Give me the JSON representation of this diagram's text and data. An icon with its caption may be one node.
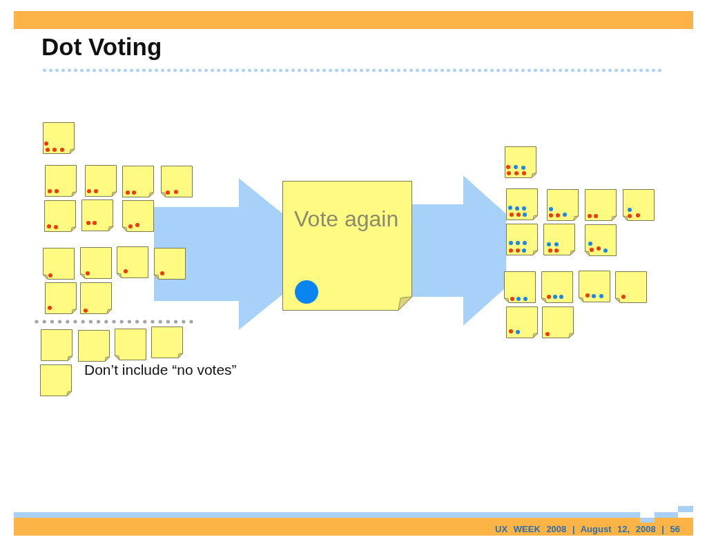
{
  "diagram": {
    "title": "Dot Voting",
    "nodes": [
      {
        "text": [],
        "shape": "note"
      },
      {
        "text": [],
        "shape": "note"
      },
      {
        "text": [],
        "shape": "note"
      },
      {
        "text": [],
        "shape": "note"
      },
      {
        "text": [],
        "shape": "note"
      },
      {
        "text": [],
        "shape": "note"
      },
      {
        "text": [],
        "shape": "note"
      },
      {
        "text": [],
        "shape": "note"
      },
      {
        "text": [],
        "shape": "note"
      },
      {
        "text": [],
        "shape": "note"
      },
      {
        "text": [],
        "shape": "note"
      },
      {
        "text": [],
        "shape": "note"
      },
      {
        "text": [],
        "shape": "note"
      },
      {
        "text": [],
        "shape": "note"
      },
      {
        "text": [],
        "shape": "note"
      },
      {
        "text": [],
        "shape": "note"
      },
      {
        "text": [],
        "shape": "note"
      },
      {
        "text": [],
        "shape": "note"
      },
      {
        "text": [],
        "shape": "note"
      },
      {
        "text": [
          "Vote again"
        ]
      },
      {
        "text": [],
        "shape": "note"
      },
      {
        "text": [],
        "shape": "note"
      },
      {
        "text": [],
        "shape": "note"
      },
      {
        "text": [],
        "shape": "note"
      },
      {
        "text": [],
        "shape": "note"
      },
      {
        "text": [],
        "shape": "note"
      },
      {
        "text": [],
        "shape": "note"
      },
      {
        "text": [],
        "shape": "note"
      },
      {
        "text": [],
        "shape": "note"
      },
      {
        "text": [],
        "shape": "note"
      },
      {
        "text": [],
        "shape": "note"
      },
      {
        "text": [],
        "shape": "note"
      },
      {
        "text": [],
        "shape": "note"
      },
      {
        "text": [],
        "shape": "note"
      }
    ],
    "edges": [
      {
        "from": 11,
        "to": 19,
        "arrow": "to"
      },
      {
        "from": 19,
        "to": 25,
        "arrow": "to"
      }
    ],
    "labels": [
      "Don’t include “no votes”",
      "UX WEEK 2008 | August 12, 2008 | 56"
    ]
  }
}
